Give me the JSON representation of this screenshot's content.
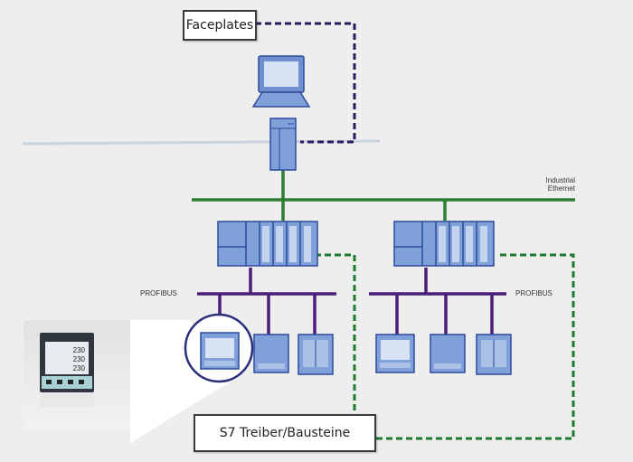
{
  "labels": {
    "faceplates": "Faceplates",
    "s7_driver": "S7 Treiber/Bausteine",
    "industrial_ethernet_line1": "Industrial",
    "industrial_ethernet_line2": "Ethernet",
    "profibus_left": "PROFIBUS",
    "profibus_right": "PROFIBUS"
  },
  "device_photo": {
    "readings": [
      "230",
      "230",
      "230"
    ]
  },
  "colors": {
    "ethernet": "#2e7d32",
    "profibus": "#4a1f7a",
    "faceplate_link": "#2a1a5e",
    "driver_link": "#1e7a2e",
    "device_fill": "#7fa0d8",
    "device_stroke": "#2c4a9a",
    "background": "#eeeeee"
  }
}
